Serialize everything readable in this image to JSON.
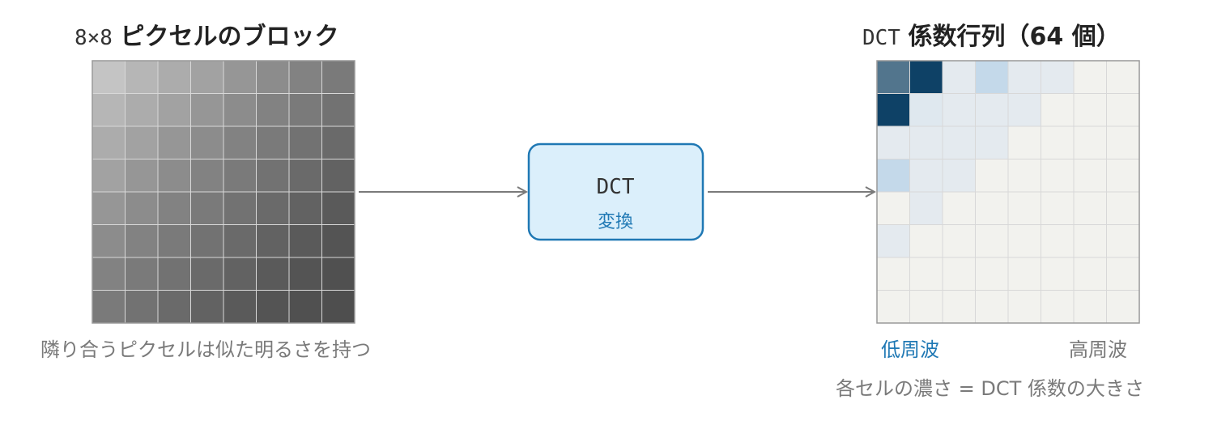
{
  "left": {
    "title_prefix": "8×8",
    "title_main": "ピクセルのブロック",
    "caption": "隣り合うピクセルは似た明るさを持つ"
  },
  "transform": {
    "line1": "DCT",
    "line2": "変換"
  },
  "right": {
    "title_prefix": "DCT",
    "title_main": "係数行列（64 個）",
    "low_label": "低周波",
    "high_label": "高周波",
    "legend": "各セルの濃さ = DCT 係数の大きさ"
  },
  "colors": {
    "box_fill": "#dbeffb",
    "box_stroke": "#1f78b4",
    "arrow": "#7a7a7a",
    "accent": "#1f78b4"
  },
  "pixel_gray": [
    [
      196,
      182,
      172,
      162,
      150,
      140,
      130,
      122
    ],
    [
      182,
      172,
      162,
      150,
      140,
      130,
      122,
      114
    ],
    [
      172,
      162,
      150,
      140,
      130,
      122,
      114,
      106
    ],
    [
      162,
      150,
      140,
      130,
      122,
      114,
      106,
      98
    ],
    [
      150,
      140,
      130,
      122,
      114,
      106,
      98,
      90
    ],
    [
      140,
      130,
      122,
      114,
      106,
      98,
      90,
      84
    ],
    [
      130,
      122,
      114,
      106,
      98,
      90,
      84,
      80
    ],
    [
      122,
      114,
      106,
      98,
      90,
      84,
      80,
      78
    ]
  ],
  "coef_colors": [
    [
      "#52758d",
      "#0e4166",
      "#e4eaef",
      "#c4d9ea",
      "#e4eaef",
      "#e4eaef",
      "#f2f2ee",
      "#f2f2ee"
    ],
    [
      "#0e4166",
      "#dfe8ef",
      "#e4eaef",
      "#e4eaef",
      "#e4eaef",
      "#f2f2ee",
      "#f2f2ee",
      "#f2f2ee"
    ],
    [
      "#e4eaef",
      "#e4eaef",
      "#e4eaef",
      "#e4eaef",
      "#f2f2ee",
      "#f2f2ee",
      "#f2f2ee",
      "#f2f2ee"
    ],
    [
      "#c4d9ea",
      "#e4eaef",
      "#e4eaef",
      "#f2f2ee",
      "#f2f2ee",
      "#f2f2ee",
      "#f2f2ee",
      "#f2f2ee"
    ],
    [
      "#f2f2ee",
      "#e4eaef",
      "#f2f2ee",
      "#f2f2ee",
      "#f2f2ee",
      "#f2f2ee",
      "#f2f2ee",
      "#f2f2ee"
    ],
    [
      "#e4eaef",
      "#f2f2ee",
      "#f2f2ee",
      "#f2f2ee",
      "#f2f2ee",
      "#f2f2ee",
      "#f2f2ee",
      "#f2f2ee"
    ],
    [
      "#f2f2ee",
      "#f2f2ee",
      "#f2f2ee",
      "#f2f2ee",
      "#f2f2ee",
      "#f2f2ee",
      "#f2f2ee",
      "#f2f2ee"
    ],
    [
      "#f2f2ee",
      "#f2f2ee",
      "#f2f2ee",
      "#f2f2ee",
      "#f2f2ee",
      "#f2f2ee",
      "#f2f2ee",
      "#f2f2ee"
    ]
  ]
}
